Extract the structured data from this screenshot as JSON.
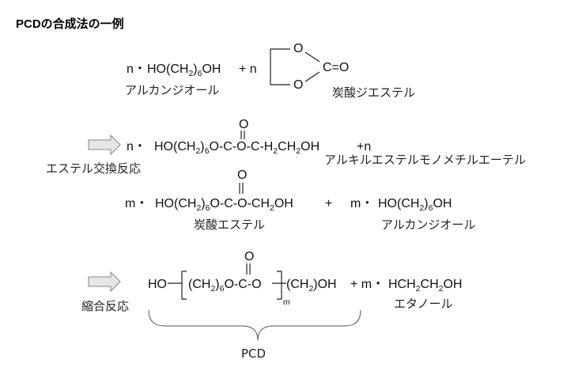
{
  "title": "PCDの合成法の一例",
  "step1": {
    "coef_n1": "n・",
    "diol_a": "HO(CH",
    "diol_sub1": "2",
    "diol_b": ")",
    "diol_sub2": "6",
    "diol_c": "OH",
    "plus_n": "+ n",
    "ring_O_top": "O",
    "ring_O_bottom": "O",
    "ring_carbonyl": "C=O",
    "label_diol": "アルカンジオール",
    "label_diester": "炭酸ジエステル"
  },
  "step2": {
    "process_label": "エステル交換反応",
    "coef": "n・",
    "formula_a": "HO(CH",
    "formula_sub1": "2",
    "formula_b": ")",
    "formula_sub2": "6",
    "formula_c": "O-C-O-C-H",
    "formula_sub3": "2",
    "formula_d": "CH",
    "formula_sub4": "2",
    "formula_e": "OH",
    "carbonyl_O": "O",
    "plus_n": "+n",
    "product_label": "アルキルエステルモノメチルエーテル",
    "m_coef": "m・",
    "ester_a": "HO(CH",
    "ester_sub1": "2",
    "ester_b": ")",
    "ester_sub2": "6",
    "ester_c": "O-C-O-CH",
    "ester_sub3": "2",
    "ester_d": "OH",
    "ester_carbonyl_O": "O",
    "plus": "+",
    "m_coef2": "m・",
    "diol2_a": "HO(CH",
    "diol2_sub1": "2",
    "diol2_b": ")",
    "diol2_sub2": "6",
    "diol2_c": "OH",
    "label_ester": "炭酸エステル",
    "label_diol": "アルカンジオール"
  },
  "step3": {
    "process_label": "縮合反応",
    "ho": "HO",
    "repeat_a": "(CH",
    "repeat_sub1": "2",
    "repeat_b": ")",
    "repeat_sub2": "6",
    "repeat_c": "O-C-O",
    "carbonyl_O": "O",
    "end_a": "(CH",
    "end_sub": "2",
    "end_b": ")OH",
    "subscript_m": "m",
    "plus_m": "+ m・",
    "ethanol_a": "HCH",
    "ethanol_sub1": "2",
    "ethanol_b": "CH",
    "ethanol_sub2": "2",
    "ethanol_c": "OH",
    "label_ethanol": "エタノール",
    "brace_label": "PCD"
  }
}
